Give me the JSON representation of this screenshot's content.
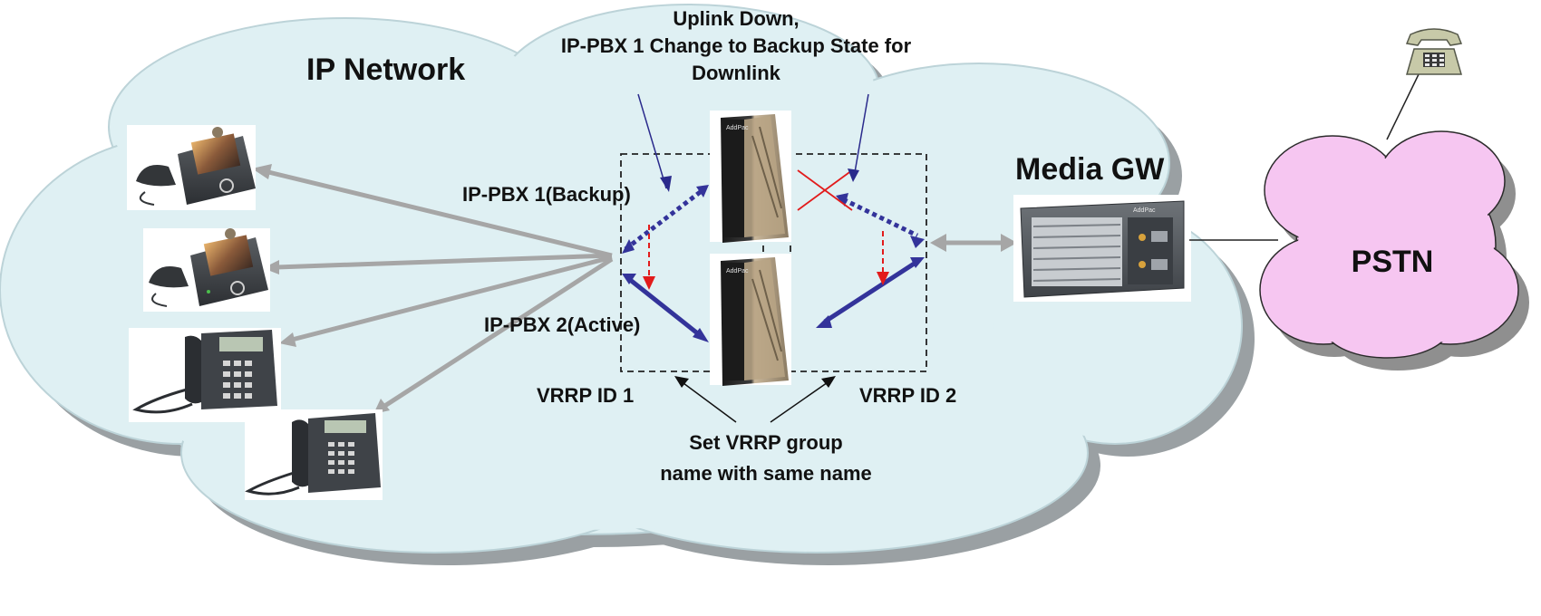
{
  "labels": {
    "ip_network": "IP Network",
    "event_line1": "Uplink Down,",
    "event_line2": "IP-PBX 1 Change to Backup State for",
    "event_line3": "Downlink",
    "pbx1": "IP-PBX 1(Backup)",
    "pbx2": "IP-PBX 2(Active)",
    "vrrp1": "VRRP ID 1",
    "vrrp2": "VRRP ID 2",
    "vrrp_note_line1": "Set VRRP group",
    "vrrp_note_line2": "name with same name",
    "media_gw": "Media GW",
    "pstn": "PSTN"
  },
  "device_text": {
    "pbx_brand": "AddPac",
    "gateway_brand": "AddPac"
  },
  "icons": {
    "phones": [
      "video-phone-icon",
      "video-phone-icon",
      "ip-desk-phone-icon",
      "ip-desk-phone-icon"
    ],
    "pbx": "ip-pbx-tower-icon",
    "gateway": "media-gateway-rack-icon",
    "pstn_phone": "analog-telephone-icon"
  },
  "colors": {
    "cloud_fill": "#dff0f3",
    "cloud_shadow": "#9aa0a3",
    "pstn_fill": "#f6c6f1",
    "gray_arrow": "#a6a6a6",
    "blue_link": "#33339a",
    "red_arrow": "#e21b1b",
    "pointer_line": "#2a2a8c"
  }
}
